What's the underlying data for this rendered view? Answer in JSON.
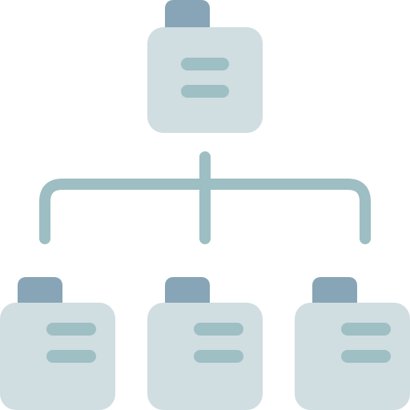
{
  "icon": {
    "name": "org-hierarchy-icon"
  },
  "colors": {
    "background": "#ffffff",
    "folder_body": "#d0dde1",
    "folder_tab": "#87a5b6",
    "lines": "#9ebfc4",
    "connector": "#9dbec3"
  },
  "nodes": [
    {
      "name": "root-node"
    },
    {
      "name": "child-node-left"
    },
    {
      "name": "child-node-center"
    },
    {
      "name": "child-node-right"
    }
  ]
}
